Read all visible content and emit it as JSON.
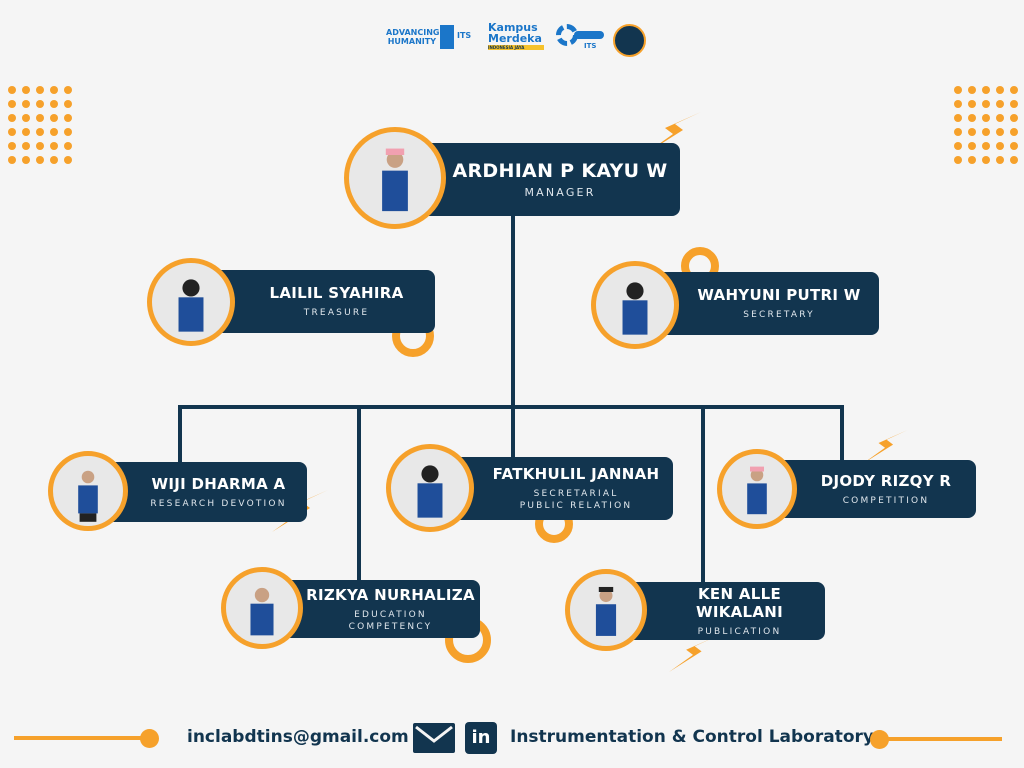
{
  "logos": {
    "its_tagline": "ADVANCING HUMANITY",
    "its": "ITS",
    "kampus_merdeka": "Kampus Merdeka",
    "kampus_merdeka_sub": "INDONESIA JAYA",
    "its_engineering": "ITS"
  },
  "members": [
    {
      "name": "ARDHIAN P KAYU W",
      "role": "MANAGER"
    },
    {
      "name": "LAILIL SYAHIRA",
      "role": "TREASURE"
    },
    {
      "name": "WAHYUNI PUTRI W",
      "role": "SECRETARY"
    },
    {
      "name": "WIJI DHARMA A",
      "role": "RESEARCH DEVOTION"
    },
    {
      "name": "FATKHULIL JANNAH",
      "role": "SECRETARIAL",
      "role2": "PUBLIC RELATION"
    },
    {
      "name": "DJODY RIZQY R",
      "role": "COMPETITION"
    },
    {
      "name": "RIZKYA NURHALIZA",
      "role": "EDUCATION",
      "role2": "COMPETENCY"
    },
    {
      "name": "KEN ALLE WIKALANI",
      "role": "PUBLICATION"
    }
  ],
  "footer": {
    "email": "inclabdtins@gmail.com",
    "linkedin": "in",
    "lab": "Instrumentation & Control Laboratory"
  },
  "colors": {
    "navy": "#12354f",
    "orange": "#f6a12b",
    "background": "#f5f5f5"
  }
}
